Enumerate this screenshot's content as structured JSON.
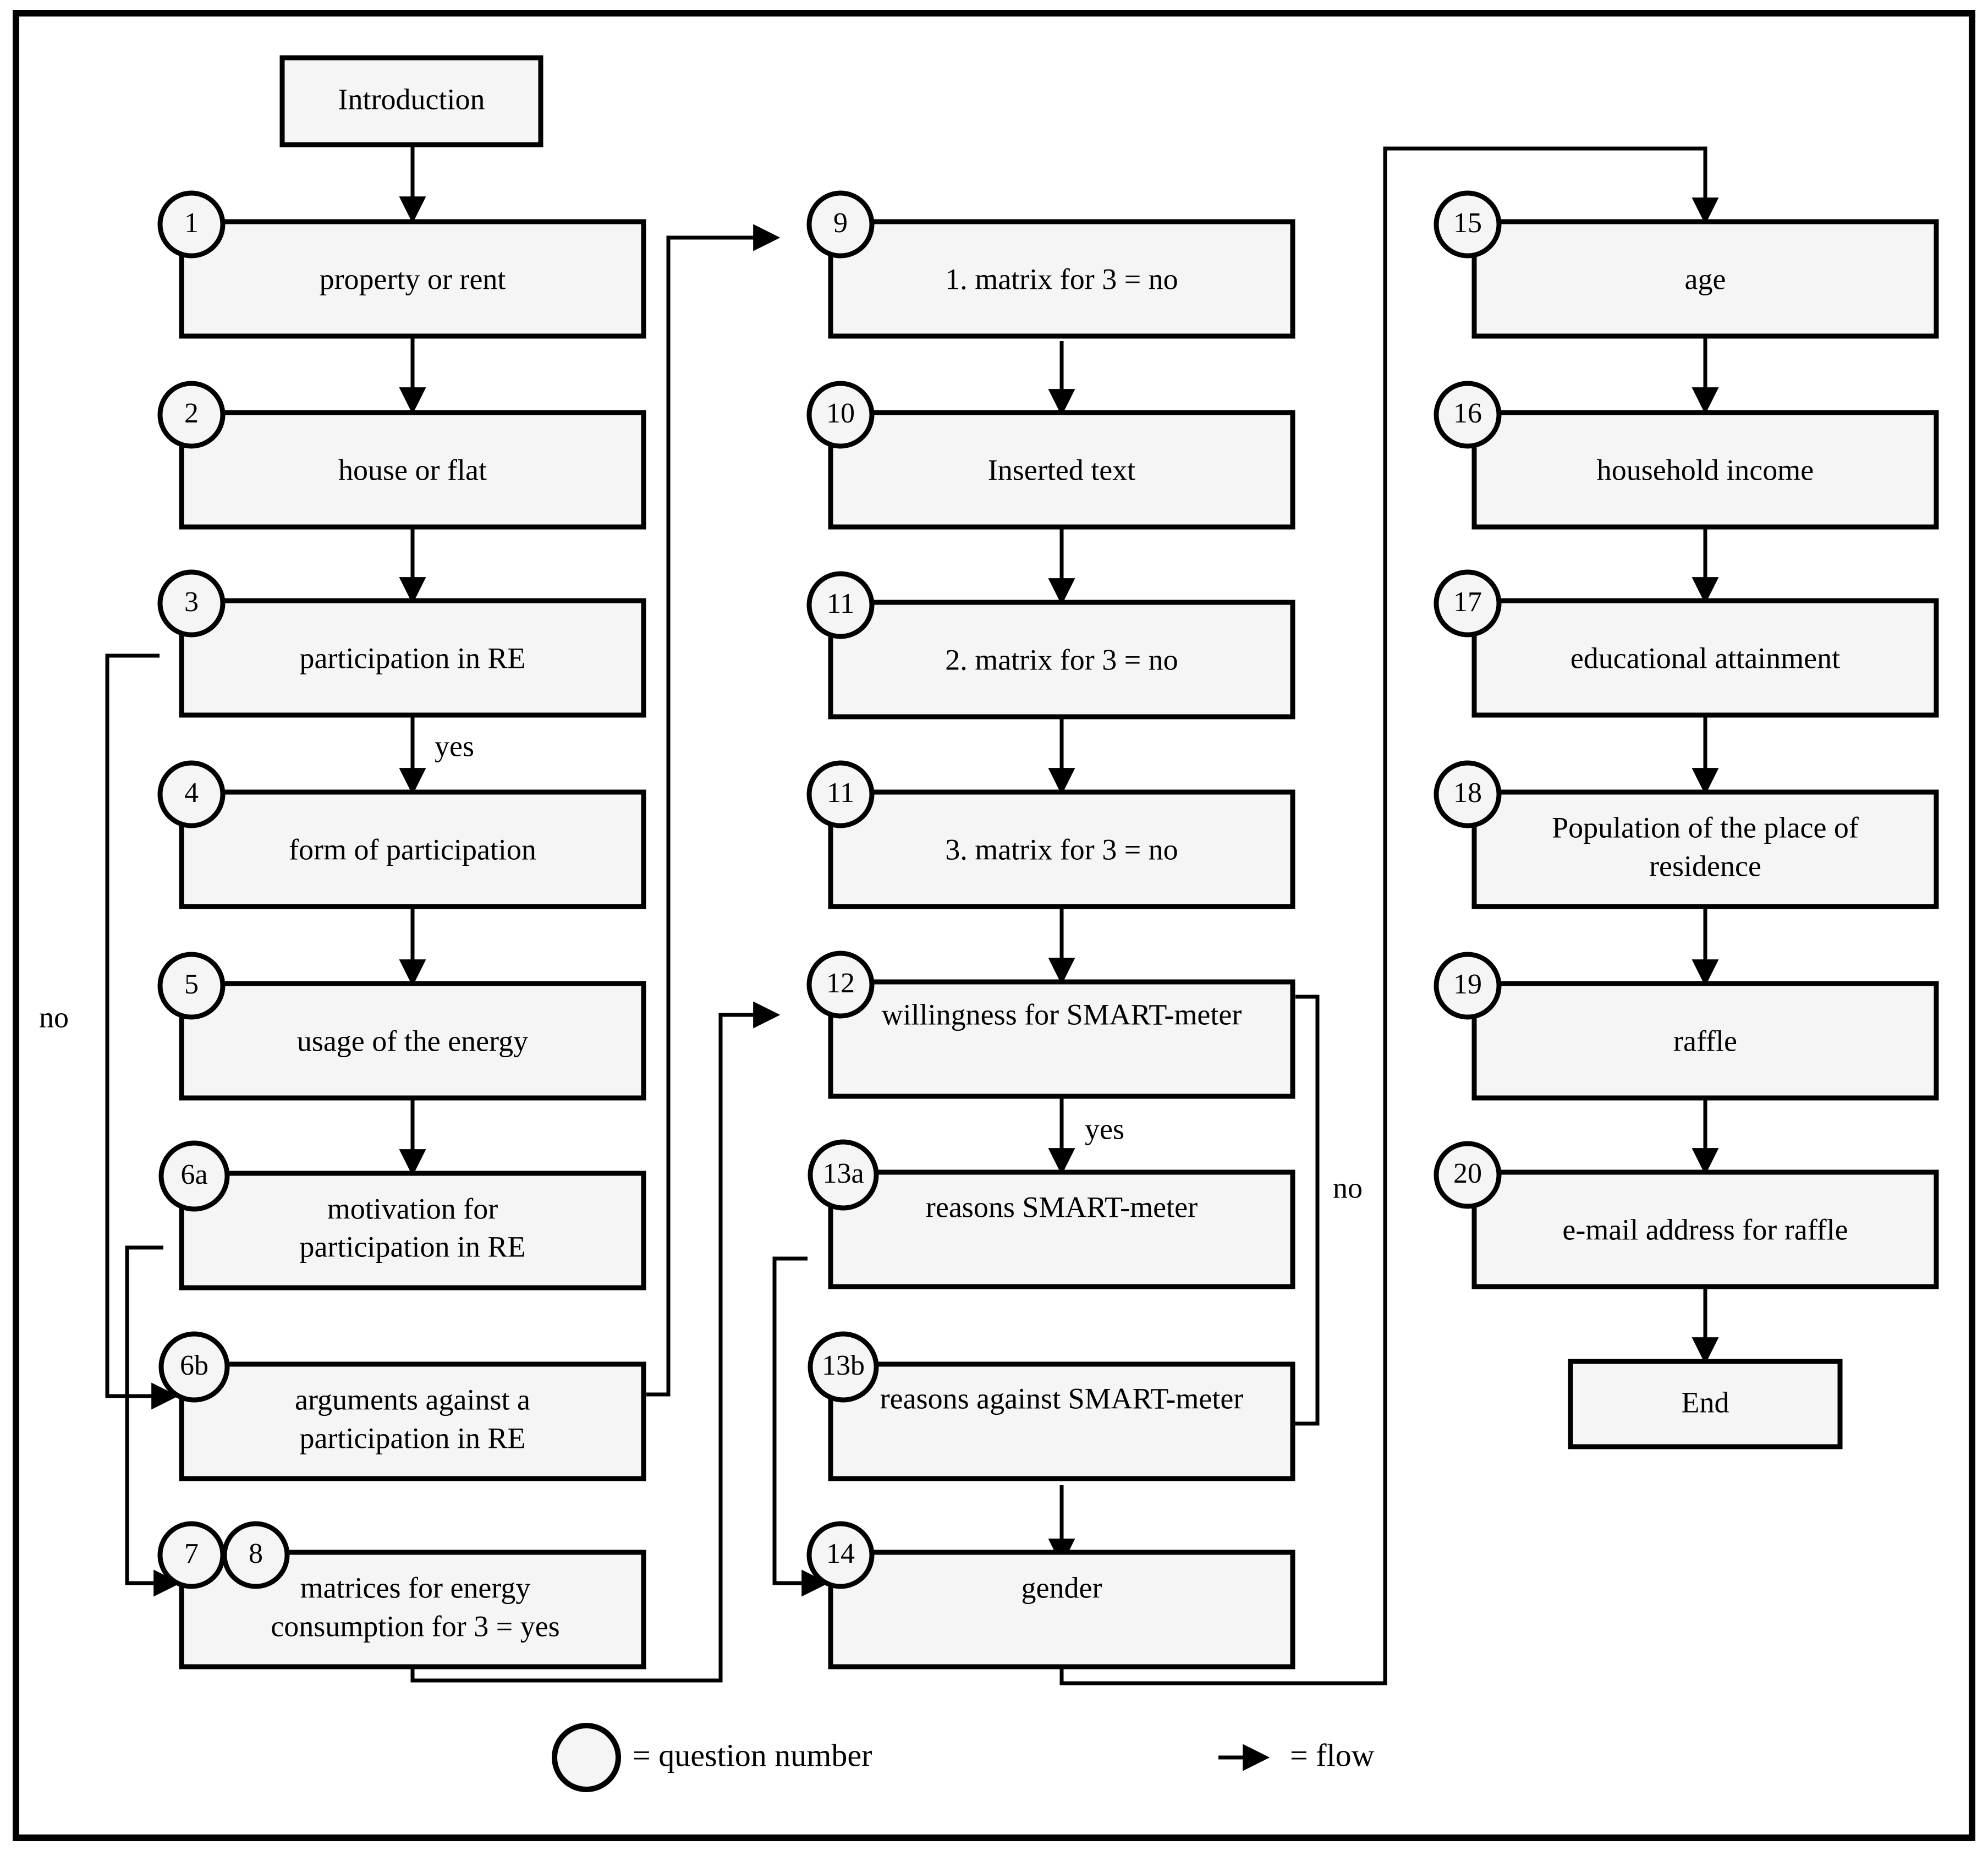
{
  "diagram": {
    "type": "flowchart",
    "title_box": {
      "label": "Introduction"
    },
    "end_box": {
      "label": "End"
    },
    "columns": [
      {
        "name": "left-column",
        "nodes": [
          {
            "number": "1",
            "label": "property or rent"
          },
          {
            "number": "2",
            "label": "house or flat"
          },
          {
            "number": "3",
            "label": "participation in RE"
          },
          {
            "number": "4",
            "label": "form of participation"
          },
          {
            "number": "5",
            "label": "usage of the energy"
          },
          {
            "number": "6a",
            "label_line1": "motivation  for",
            "label_line2": "participation in RE"
          },
          {
            "number": "6b",
            "label_line1": "arguments against a",
            "label_line2": "participation in RE"
          },
          {
            "number": "7",
            "number2": "8",
            "label_line1": "matrices for energy",
            "label_line2": "consumption for 3 = yes"
          }
        ]
      },
      {
        "name": "middle-column",
        "nodes": [
          {
            "number": "9",
            "label": "1. matrix for 3 = no"
          },
          {
            "number": "10",
            "label": "Inserted text"
          },
          {
            "number": "11",
            "label": "2. matrix for 3 = no"
          },
          {
            "number": "11",
            "label": "3. matrix for 3 = no"
          },
          {
            "number": "12",
            "label": "willingness  for SMART-meter"
          },
          {
            "number": "13a",
            "label": "reasons SMART-meter"
          },
          {
            "number": "13b",
            "label": "reasons against SMART-meter"
          },
          {
            "number": "14",
            "label": "gender"
          }
        ]
      },
      {
        "name": "right-column",
        "nodes": [
          {
            "number": "15",
            "label": "age"
          },
          {
            "number": "16",
            "label": "household income"
          },
          {
            "number": "17",
            "label": "educational attainment"
          },
          {
            "number": "18",
            "label_line1": "Population of the place of",
            "label_line2": "residence"
          },
          {
            "number": "19",
            "label": "raffle"
          },
          {
            "number": "20",
            "label": "e-mail  address for raffle"
          }
        ]
      }
    ],
    "edge_labels": {
      "no_left": "no",
      "yes_3_to_4": "yes",
      "yes_12_to_13a": "yes",
      "no_12_to_13b": "no"
    },
    "legend": {
      "circle_meaning": "= question number",
      "arrow_meaning": "= flow"
    },
    "colors": {
      "box_fill": "#f5f5f5",
      "stroke": "#000000",
      "background": "#ffffff"
    }
  }
}
